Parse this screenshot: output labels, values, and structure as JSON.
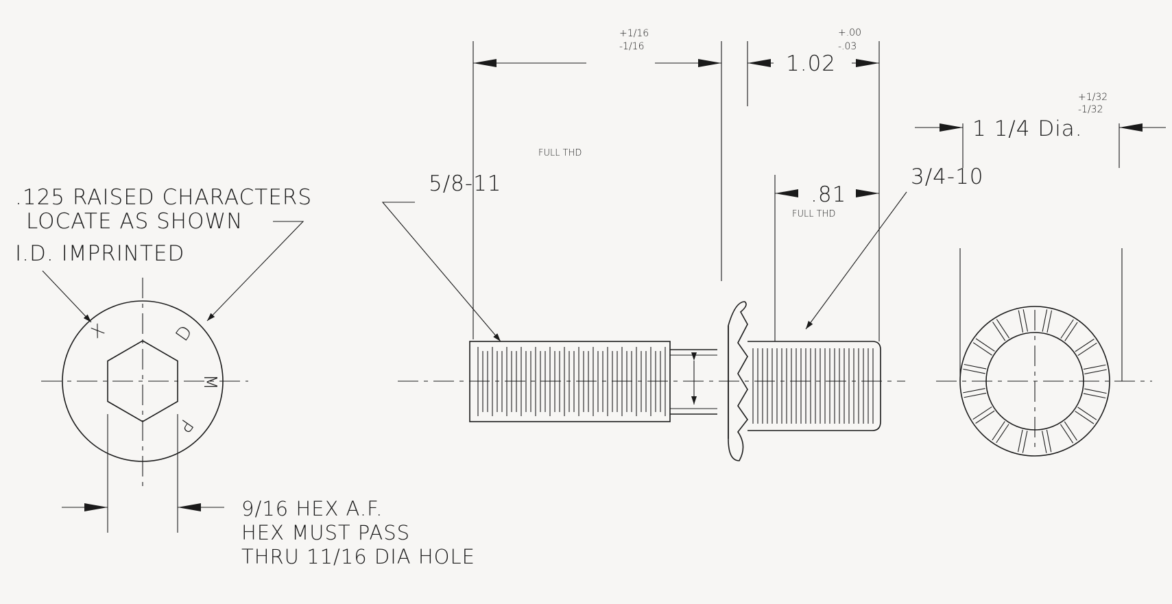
{
  "left_view": {
    "callout_raised_line1": ".125 RAISED CHARACTERS",
    "callout_raised_line2": "LOCATE AS SHOWN",
    "callout_id": "I.D. IMPRINTED",
    "letters": [
      "X",
      "D",
      "M",
      "P"
    ],
    "hex_note_line1": "9/16 HEX A.F.",
    "hex_note_line2": "HEX MUST PASS",
    "hex_note_line3": "THRU 11/16 DIA HOLE"
  },
  "side_view": {
    "tol_top_plus": "+1/16",
    "tol_top_minus": "-1/16",
    "full_thd_left": "FULL THD",
    "thread_left": "5/8-11",
    "dim_1_02": "1.02",
    "tol_1_02_plus": "+.00",
    "tol_1_02_minus": "-.03",
    "dim_81": ".81",
    "full_thd_right": "FULL THD",
    "thread_right": "3/4-10"
  },
  "end_view": {
    "dia_label": "1 1/4 Dia.",
    "tol_plus": "+1/32",
    "tol_minus": "-1/32"
  }
}
